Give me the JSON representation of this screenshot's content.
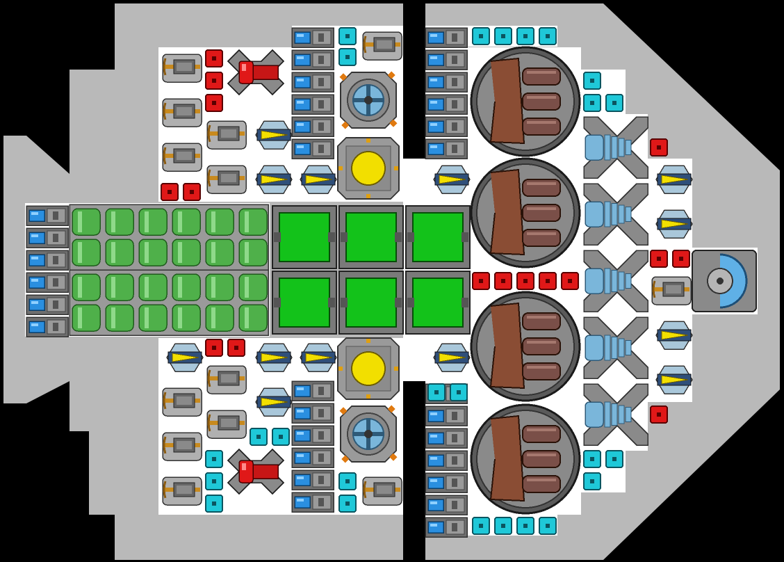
{
  "ship": {
    "hull_color": "#b9b9b9",
    "deck_color": "#ffffff",
    "background_color": "#000000"
  },
  "palette": {
    "battery_blue": "#2a8fe0",
    "conduit_cyan": "#1fc8d8",
    "power_red": "#e01818",
    "reactor_green": "#13c21a",
    "tank_green": "#4fb04a",
    "thruster_yellow": "#f2df00",
    "cannon_brown": "#8a4d34",
    "gyro_blue": "#7ab6da",
    "cockpit_blue": "#5fb0e6",
    "metal_gray": "#8d8d8d",
    "armor_orange": "#c88a1e"
  },
  "parts": {
    "cockpit": "cockpit",
    "reactor": "reactor",
    "cannon": "cannon",
    "gyro": "gyro",
    "thruster": "thruster",
    "battery": "battery",
    "fuel_tank": "fuel-tank",
    "conduit": "conduit",
    "power_node": "power-node",
    "crossbow": "crossbow",
    "sun_core": "sun-core",
    "fan_turret": "fan-turret",
    "twin_laser": "twin-laser"
  }
}
